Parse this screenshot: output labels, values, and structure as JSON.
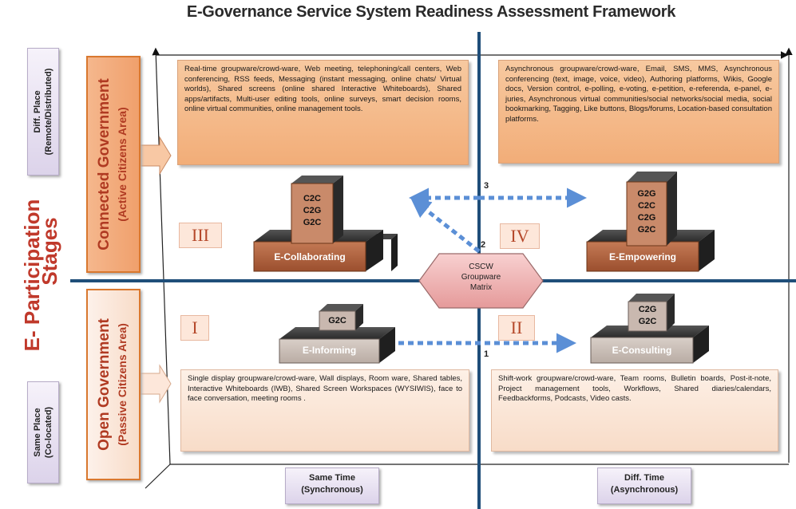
{
  "title": "E-Governance Service System Readiness Assessment Framework",
  "left_axis": {
    "label_line1": "E- Participation",
    "label_line2": "Stages",
    "diff_place": [
      "Diff. Place",
      "(Remote/Distributed)"
    ],
    "same_place": [
      "Same Place",
      "(Co-located)"
    ],
    "connected": [
      "Connected Government",
      "(Active Citizens Area)"
    ],
    "open": [
      "Open Government",
      "(Passive Citizens Area)"
    ]
  },
  "bottom_axis": {
    "same_time": [
      "Same Time",
      "(Synchronous)"
    ],
    "diff_time": [
      "Diff. Time",
      "(Asynchronous)"
    ]
  },
  "quadrants": {
    "III": {
      "numeral": "III",
      "stage": "E-Collaborating",
      "tiers": [
        "C2C",
        "C2G",
        "G2C"
      ],
      "note": "Real-time groupware/crowd-ware, Web meeting, telephoning/call centers, Web conferencing, RSS feeds, Messaging (instant messaging, online chats/ Virtual worlds), Shared screens (online shared Interactive Whiteboards), Shared apps/artifacts, Multi-user editing tools, online surveys, smart decision rooms, online virtual communities, online management tools."
    },
    "IV": {
      "numeral": "IV",
      "stage": "E-Empowering",
      "tiers": [
        "G2G",
        "C2C",
        "C2G",
        "G2C"
      ],
      "note": "Asynchronous groupware/crowd-ware, Email, SMS, MMS, Asynchronous conferencing (text, image, voice, video), Authoring platforms, Wikis, Google docs, Version control, e-polling, e-voting, e-petition, e-referenda, e-panel, e-juries, Asynchronous virtual communities/social networks/social media, social bookmarking, Tagging, Like buttons, Blogs/forums, Location-based consultation platforms."
    },
    "I": {
      "numeral": "I",
      "stage": "E-Informing",
      "tiers": [
        "G2C"
      ],
      "note": "Single display groupware/crowd-ware, Wall displays, Room ware, Shared tables, Interactive Whiteboards (IWB), Shared Screen Workspaces (WYSIWIS), face to face conversation, meeting rooms ."
    },
    "II": {
      "numeral": "II",
      "stage": "E-Consulting",
      "tiers": [
        "C2G",
        "G2C"
      ],
      "note": "Shift-work groupware/crowd-ware, Team rooms, Bulletin boards, Post-it-note, Project management tools, Workflows, Shared diaries/calendars, Feedbackforms, Podcasts, Video casts."
    }
  },
  "center": [
    "CSCW",
    "Groupware",
    "Matrix"
  ],
  "arrow_numbers": [
    "1",
    "2",
    "3"
  ],
  "colors": {
    "axis_blue": "#1f4e79",
    "arrow_blue": "#5b8fd6",
    "red_text": "#c0392b",
    "orange_note": "#f2ad78",
    "stage_brown": "#a0522d"
  }
}
